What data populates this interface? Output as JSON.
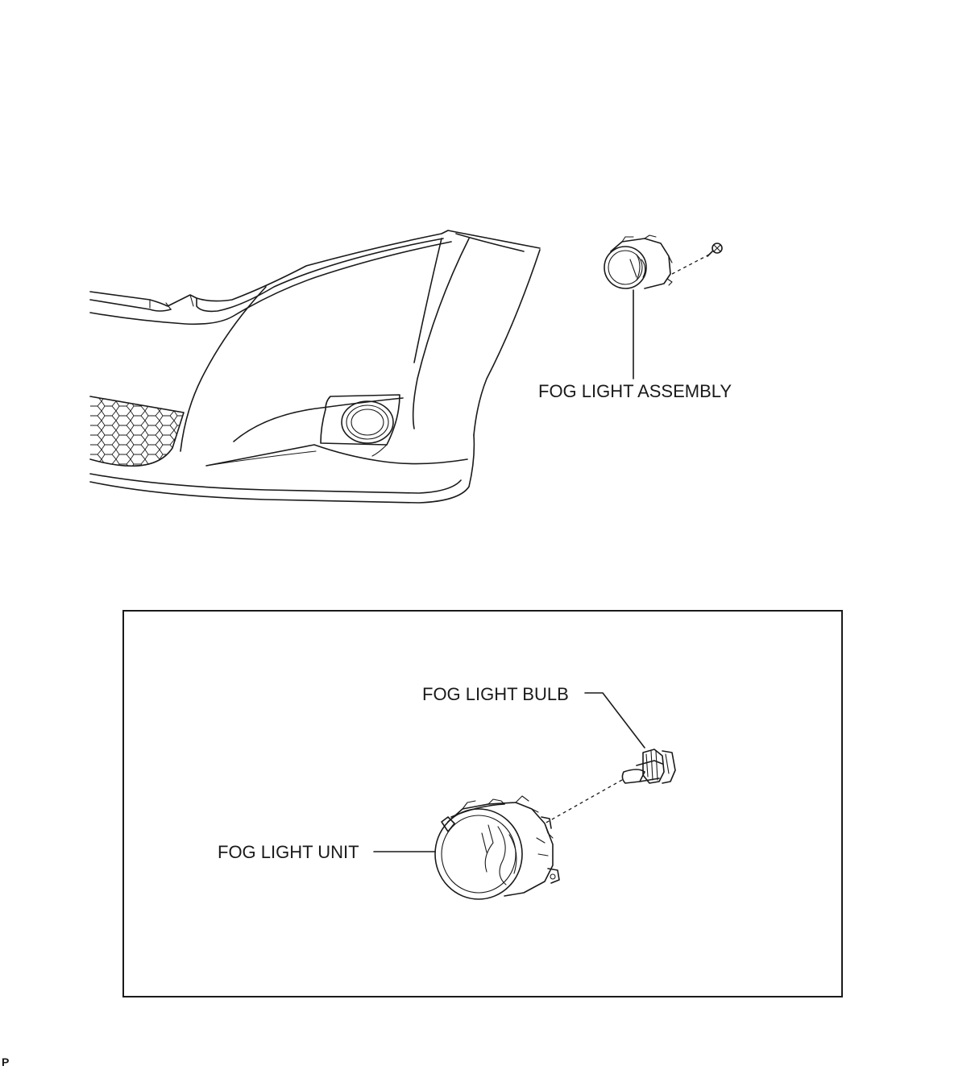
{
  "labels": {
    "fog_light_assembly": "FOG LIGHT ASSEMBLY",
    "fog_light_bulb": "FOG LIGHT BULB",
    "fog_light_unit": "FOG LIGHT UNIT",
    "corner_mark": "P"
  },
  "colors": {
    "line": "#1a1a1a",
    "background": "#ffffff"
  }
}
